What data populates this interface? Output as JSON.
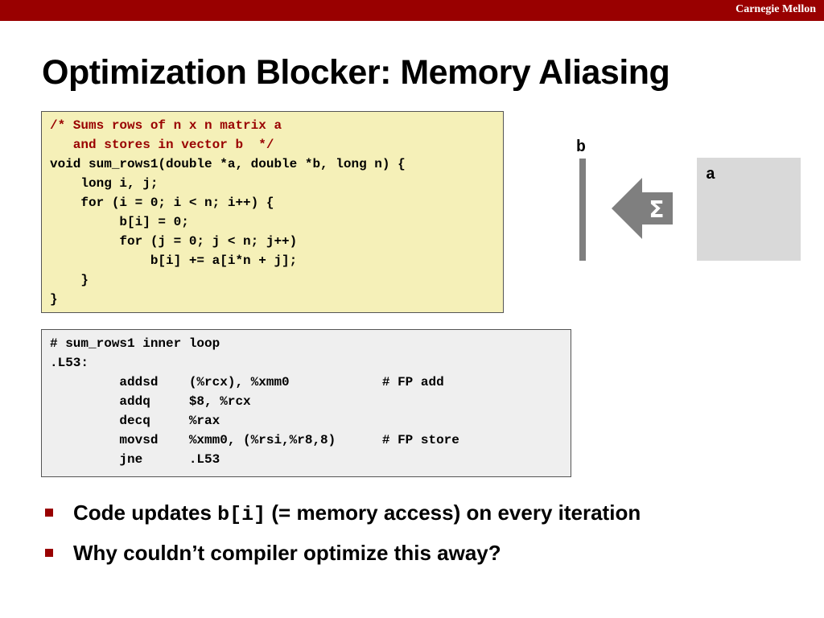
{
  "header": {
    "brand": "Carnegie Mellon",
    "bar_color": "#990000"
  },
  "slide": {
    "title": "Optimization Blocker: Memory Aliasing"
  },
  "c_code": {
    "comment_lines": [
      "/* Sums rows of n x n matrix a",
      "   and stores in vector b  */"
    ],
    "code_lines": [
      "void sum_rows1(double *a, double *b, long n) {",
      "    long i, j;",
      "    for (i = 0; i < n; i++) {",
      "         b[i] = 0;",
      "         for (j = 0; j < n; j++)",
      "             b[i] += a[i*n + j];",
      "    }",
      "}"
    ]
  },
  "asm_code": {
    "lines": [
      "# sum_rows1 inner loop",
      ".L53:",
      "         addsd    (%rcx), %xmm0            # FP add",
      "         addq     $8, %rcx",
      "         decq     %rax",
      "         movsd    %xmm0, (%rsi,%r8,8)      # FP store",
      "         jne      .L53"
    ]
  },
  "diagram": {
    "b_label": "b",
    "a_label": "a",
    "sum_symbol": "Σ",
    "arrow_icon": "left-arrow-icon"
  },
  "bullets": [
    {
      "before": "Code updates ",
      "code": "b[i]",
      "after": " (= memory access) on every iteration"
    },
    {
      "before": "Why couldn’t compiler optimize this away?",
      "code": "",
      "after": ""
    }
  ]
}
